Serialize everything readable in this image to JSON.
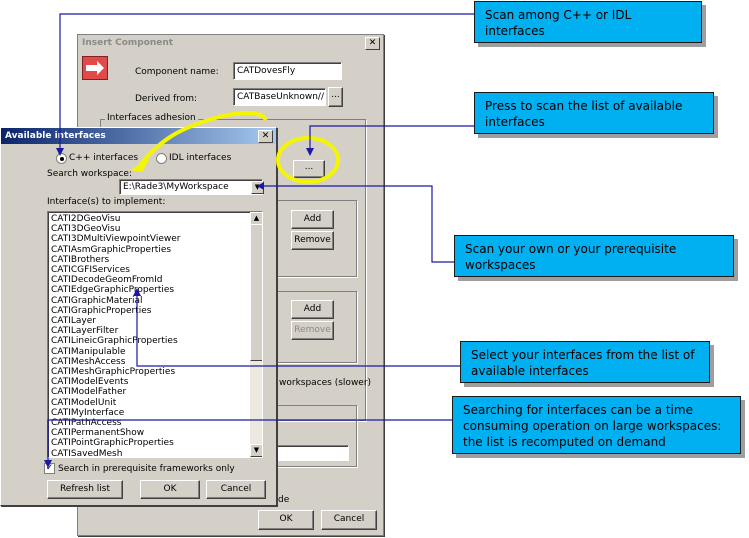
{
  "insert_component": {
    "title": "Insert Component",
    "component_name_label": "Component name:",
    "component_name_value": "CATDovesFly",
    "derived_from_label": "Derived from:",
    "derived_from_value": "CATBaseUnknown//",
    "browse_label": "...",
    "interfaces_adhesion_label": "Interfaces adhesion",
    "browse_interfaces_label": "...",
    "add_label_1": "Add",
    "remove_label_1": "Remove",
    "add_label_2": "Add",
    "remove_label_2": "Remove",
    "workspaces_slower_label": "workspaces (slower)",
    "mode_fragment": "de",
    "ok_label": "OK",
    "cancel_label": "Cancel"
  },
  "available_interfaces": {
    "title": "Available interfaces",
    "cpp_label": "C++ interfaces",
    "idl_label": "IDL interfaces",
    "search_workspace_label": "Search workspace:",
    "workspace_value": "E:\\Rade3\\MyWorkspace",
    "interfaces_to_implement_label": "Interface(s) to implement:",
    "items": [
      "CATI2DGeoVisu",
      "CATI3DGeoVisu",
      "CATI3DMultiViewpointViewer",
      "CATIAsmGraphicProperties",
      "CATIBrothers",
      "CATICGFIServices",
      "CATIDecodeGeomFromId",
      "CATIEdgeGraphicProperties",
      "CATIGraphicMaterial",
      "CATIGraphicProperties",
      "CATILayer",
      "CATILayerFilter",
      "CATILineicGraphicProperties",
      "CATIManipulable",
      "CATIMeshAccess",
      "CATIMeshGraphicProperties",
      "CATIModelEvents",
      "CATIModelFather",
      "CATIModelUnit",
      "CATIMyInterface",
      "CATIPathAccess",
      "CATIPermanentShow",
      "CATIPointGraphicProperties",
      "CATISavedMesh"
    ],
    "search_prereq_label": "Search in prerequisite frameworks only",
    "refresh_label": "Refresh list",
    "ok_label": "OK",
    "cancel_label": "Cancel"
  },
  "callouts": {
    "scan_among": "Scan among C++ or IDL interfaces",
    "press_to_scan": "Press to scan the list of available interfaces",
    "scan_workspaces": "Scan your own or your prerequisite workspaces",
    "select_interfaces": "Select your interfaces from the list of available interfaces",
    "searching": "Searching for interfaces can be a time consuming operation on large workspaces: the list is recomputed on demand"
  },
  "colors": {
    "callout_bg": "#00b0f0",
    "arrow": "#1a1aa0",
    "highlight": "#f5f500",
    "active_title": "#0a246a"
  }
}
